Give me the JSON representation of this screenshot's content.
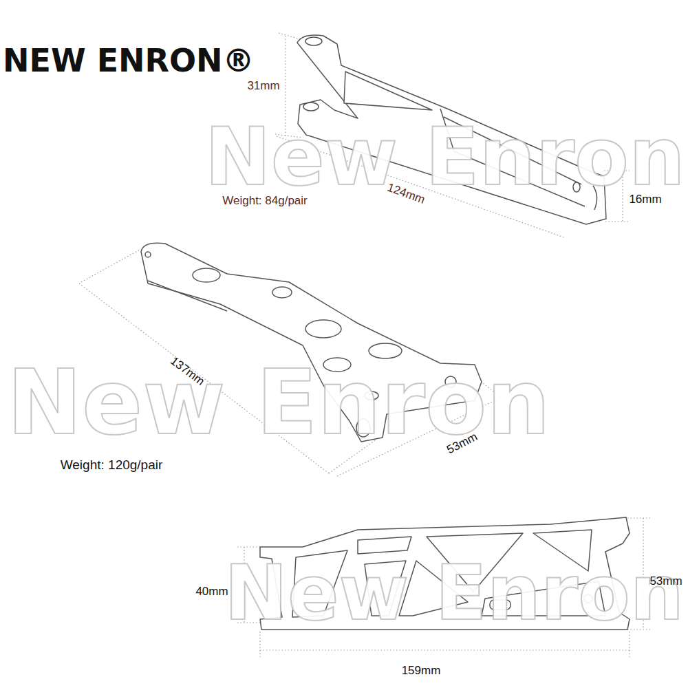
{
  "diagram": {
    "labels": [
      "NEW ENRON®",
      "New Enron",
      "31mm",
      "Weight: 84g/pair",
      "124mm",
      "16mm",
      "137mm",
      "New Enron",
      "53mm",
      "Weight: 120g/pair",
      "40mm",
      "New Enron",
      "53mm",
      "159mm"
    ]
  }
}
